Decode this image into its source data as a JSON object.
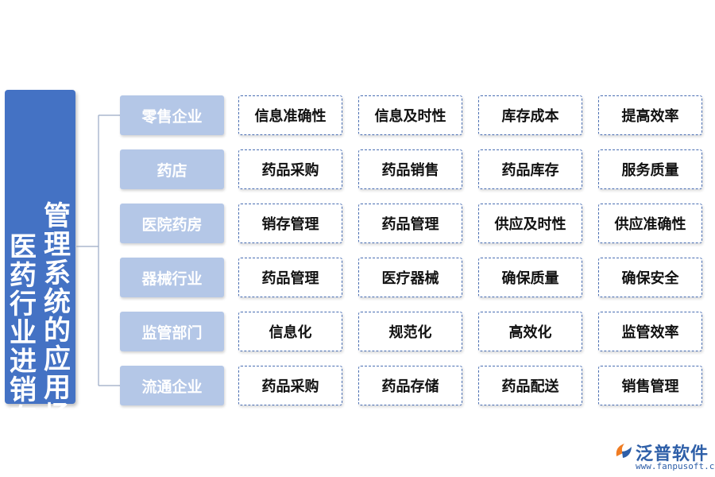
{
  "title": {
    "line_left": "医药行业进销存",
    "line_right": "管理系统的应用场景"
  },
  "rows": [
    {
      "category": "零售企业",
      "items": [
        "信息准确性",
        "信息及时性",
        "库存成本",
        "提高效率"
      ]
    },
    {
      "category": "药店",
      "items": [
        "药品采购",
        "药品销售",
        "药品库存",
        "服务质量"
      ]
    },
    {
      "category": "医院药房",
      "items": [
        "销存管理",
        "药品管理",
        "供应及时性",
        "供应准确性"
      ]
    },
    {
      "category": "器械行业",
      "items": [
        "药品管理",
        "医疗器械",
        "确保质量",
        "确保安全"
      ]
    },
    {
      "category": "监管部门",
      "items": [
        "信息化",
        "规范化",
        "高效化",
        "监管效率"
      ]
    },
    {
      "category": "流通企业",
      "items": [
        "药品采购",
        "药品存储",
        "药品配送",
        "销售管理"
      ]
    }
  ],
  "logo": {
    "name": "泛普软件",
    "url": "www.fanpusoft.com",
    "icon": "fanpu-logo-icon"
  },
  "colors": {
    "title_bg": "#4472c4",
    "category_bg": "#b4c7e7",
    "item_border": "#4a6fb4",
    "logo_orange": "#f07c22",
    "logo_blue": "#2e5fa8"
  }
}
